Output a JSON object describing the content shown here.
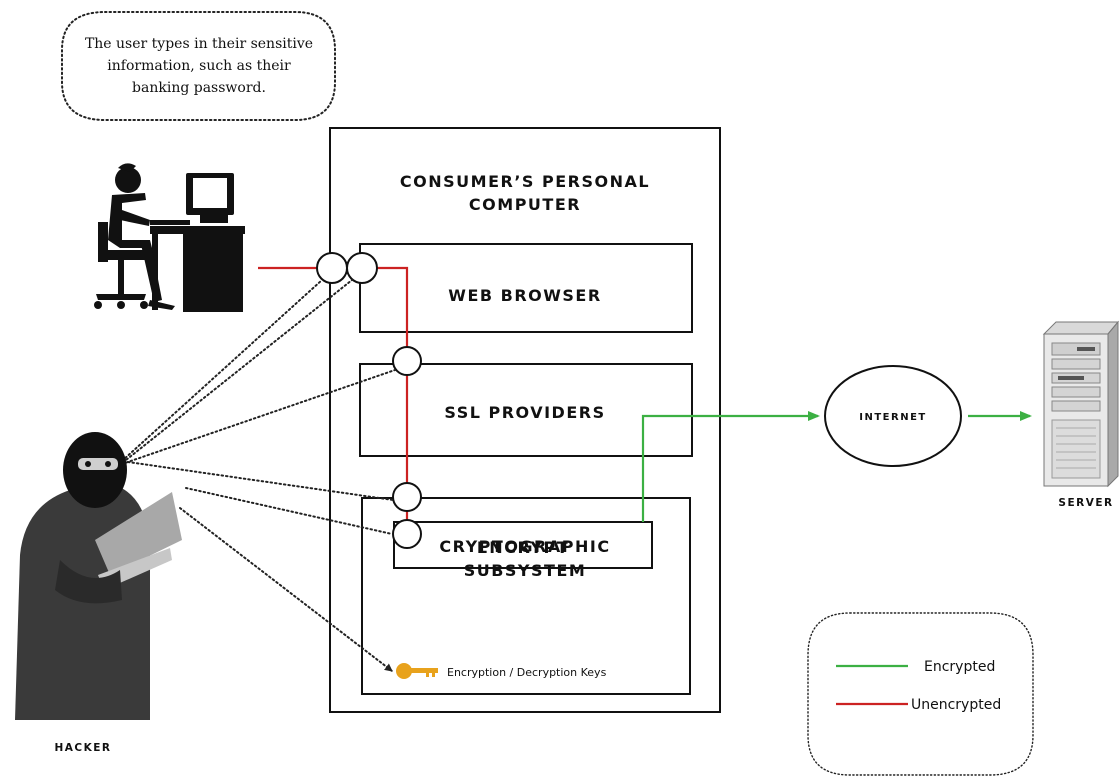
{
  "callout": {
    "line1": "The user types in their sensitive",
    "line2": "information, such as their",
    "line3": "banking password."
  },
  "computer": {
    "title_line1": "CONSUMER’S PERSONAL",
    "title_line2": "COMPUTER"
  },
  "web_browser": "WEB BROWSER",
  "ssl_providers": "SSL PROVIDERS",
  "crypto": {
    "line1": "CRYPTOGRAPHIC",
    "line2": "SUBSYSTEM"
  },
  "encrypt": "ENCRYPT",
  "keys_label": "Encryption / Decryption Keys",
  "internet": "INTERNET",
  "server": "SERVER",
  "hacker": "HACKER",
  "legend": {
    "encrypted": "Encrypted",
    "unencrypted": "Unencrypted"
  },
  "colors": {
    "encrypted": "#3cb043",
    "unencrypted": "#cc2222",
    "key": "#e8a21c"
  }
}
